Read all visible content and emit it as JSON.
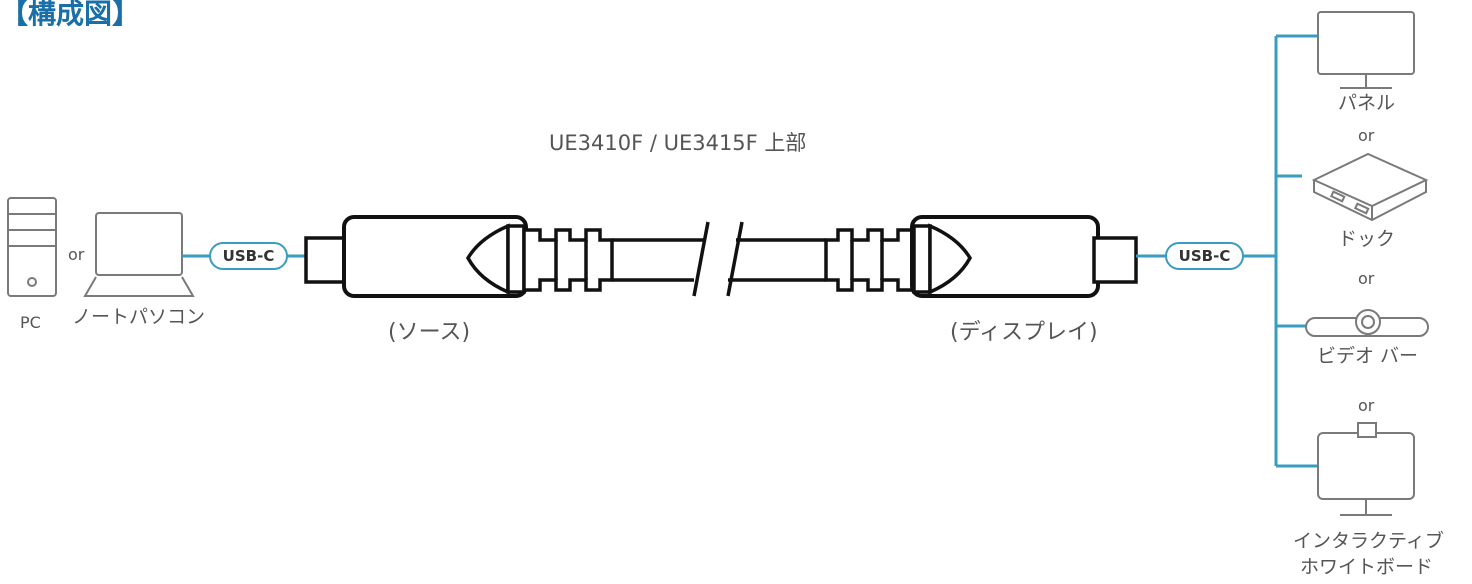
{
  "heading": "【構成図】",
  "product_label": "UE3410F / UE3415F 上部",
  "source_side": {
    "pc": "PC",
    "or": "or",
    "laptop": "ノートパソコン",
    "port": "USB-C",
    "end_label": "(ソース)"
  },
  "display_side": {
    "end_label": "(ディスプレイ)",
    "port": "USB-C",
    "panel": "パネル",
    "or1": "or",
    "dock": "ドック",
    "or2": "or",
    "video_bar": "ビデオ バー",
    "or3": "or",
    "whiteboard_line1": "インタラクティブ",
    "whiteboard_line2": "ホワイトボード"
  },
  "colors": {
    "accent": "#3a9cc0",
    "heading": "#1a6fa8",
    "outline": "#111111",
    "icon": "#7a7a7a"
  }
}
